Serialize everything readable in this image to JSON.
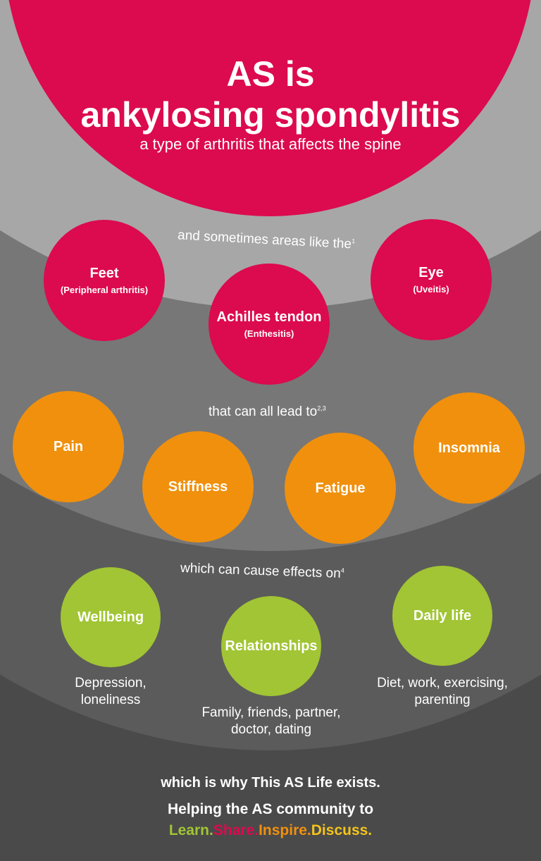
{
  "hero": {
    "title_line1": "AS is",
    "title_line2": "ankylosing spondylitis",
    "subtitle": "a type of arthritis that affects the spine"
  },
  "areas": {
    "intro": "and sometimes areas like the",
    "intro_ref": "1",
    "items": [
      {
        "title": "Feet",
        "subtitle": "(Peripheral arthritis)"
      },
      {
        "title": "Achilles tendon",
        "subtitle": "(Enthesitis)"
      },
      {
        "title": "Eye",
        "subtitle": "(Uveitis)"
      }
    ]
  },
  "symptoms": {
    "intro": "that can all lead to",
    "intro_ref": "2,3",
    "items": [
      "Pain",
      "Stiffness",
      "Fatigue",
      "Insomnia"
    ]
  },
  "effects": {
    "intro": "which can cause effects on",
    "intro_ref": "4",
    "items": [
      {
        "title": "Wellbeing",
        "caption": "Depression, loneliness"
      },
      {
        "title": "Relationships",
        "caption": "Family, friends, partner, doctor, dating"
      },
      {
        "title": "Daily life",
        "caption": "Diet, work, exercising, parenting"
      }
    ]
  },
  "footer": {
    "line1": "which is why This AS Life exists.",
    "line2": "Helping the AS community to",
    "tagline": [
      {
        "word": "Learn.",
        "color": "#a1c534"
      },
      {
        "word": "Share.",
        "color": "#dc0a4f"
      },
      {
        "word": "Inspire.",
        "color": "#f0900d"
      },
      {
        "word": "Discuss.",
        "color": "#f3c41b"
      }
    ]
  },
  "colors": {
    "pink": "#dc0a4f",
    "orange": "#f0900d",
    "green": "#a1c534"
  }
}
